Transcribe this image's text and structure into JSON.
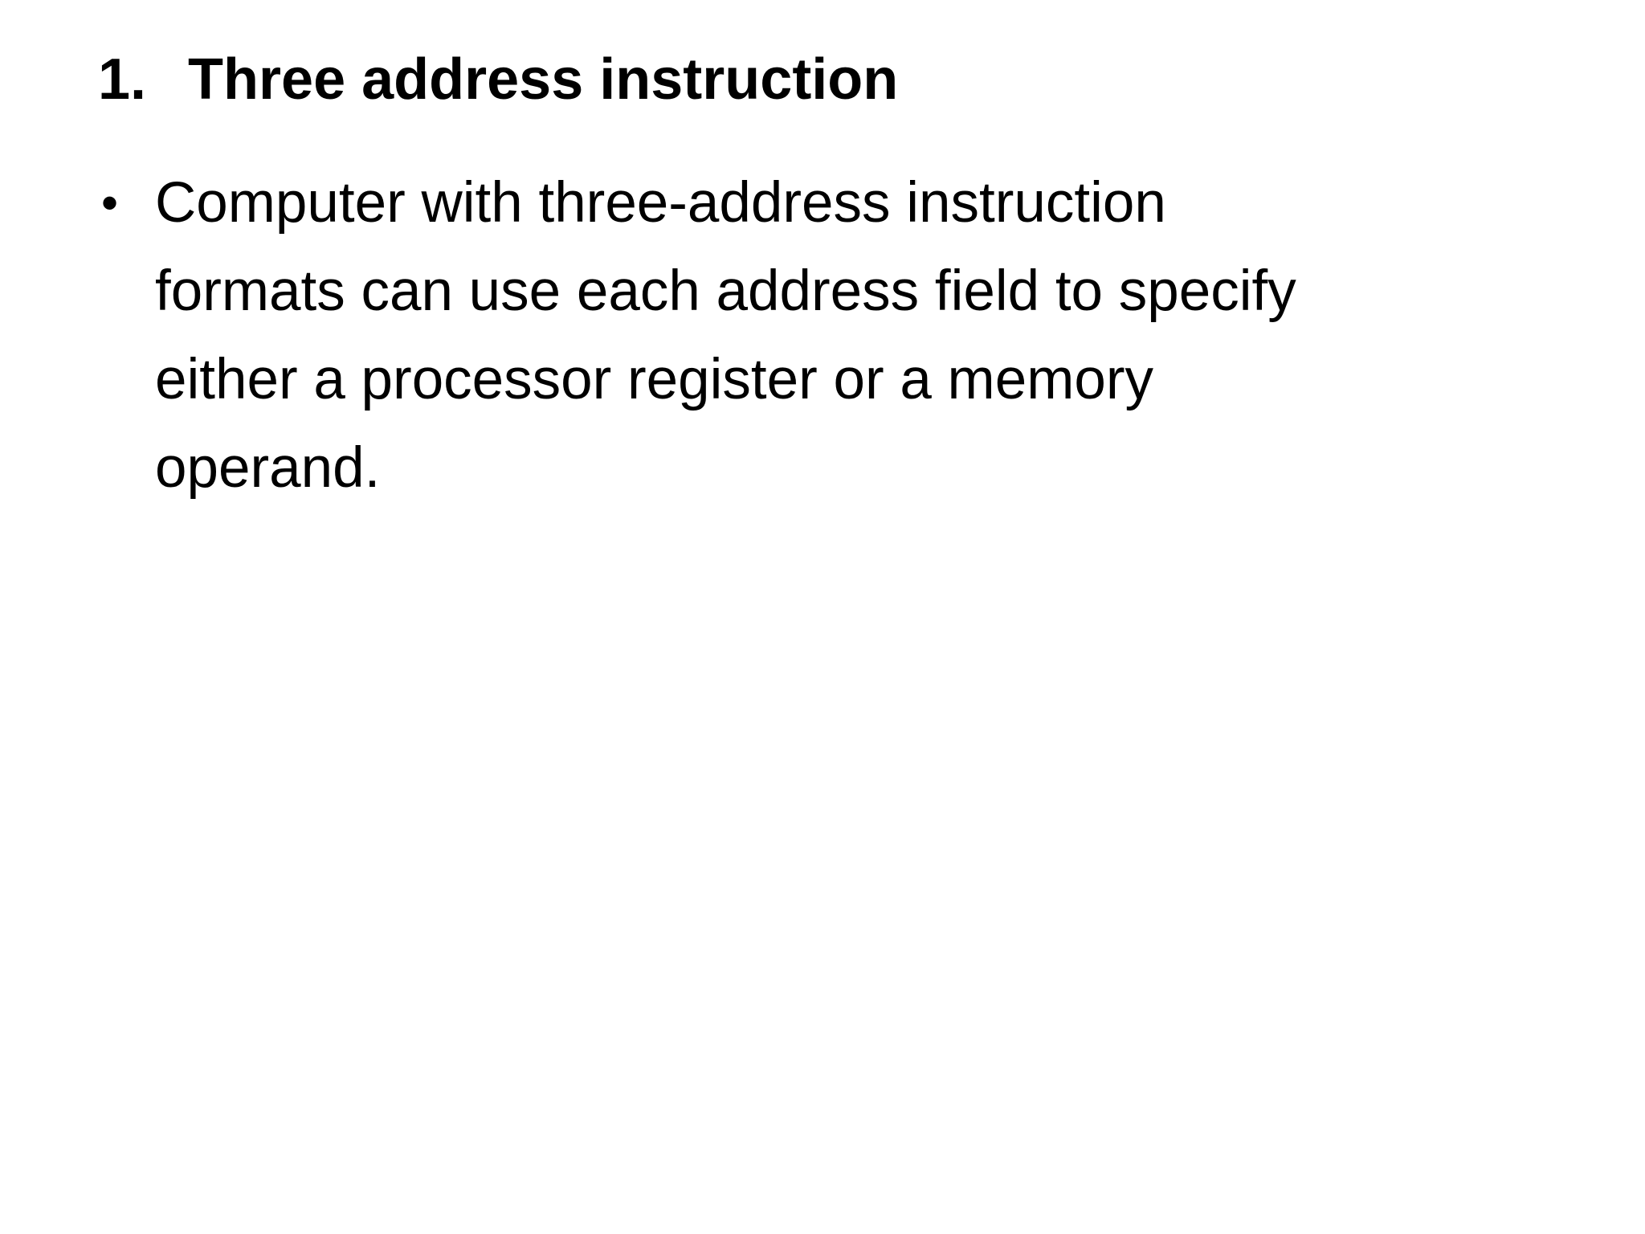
{
  "slide": {
    "background": "#ffffff",
    "text_color": "#000000",
    "heading": {
      "number": "1.",
      "title": "Three address instruction"
    },
    "bullet": {
      "marker": "•",
      "lines": [
        "Computer with three-address instruction",
        "formats can use each address field to specify",
        "either a processor register or a memory",
        "operand."
      ],
      "full_text": "Computer with three-address instruction formats can use each address field to specify either a processor register or a memory operand."
    }
  }
}
